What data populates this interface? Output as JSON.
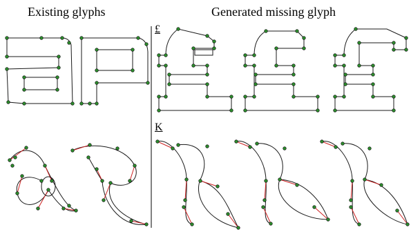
{
  "headings": {
    "existing": "Existing glyphs",
    "generated": "Generated missing glyph"
  },
  "rows": [
    {
      "row": "top",
      "existing_glyphs": [
        "a",
        "P"
      ],
      "generated_label": "£",
      "generated_count": 3
    },
    {
      "row": "bottom",
      "existing_glyphs": [
        "a",
        "P"
      ],
      "generated_label": "K",
      "generated_count": 3
    }
  ],
  "colors": {
    "outline": "#1a1a1a",
    "control_line": "#cc2222",
    "control_point": "#2e8b2e"
  }
}
